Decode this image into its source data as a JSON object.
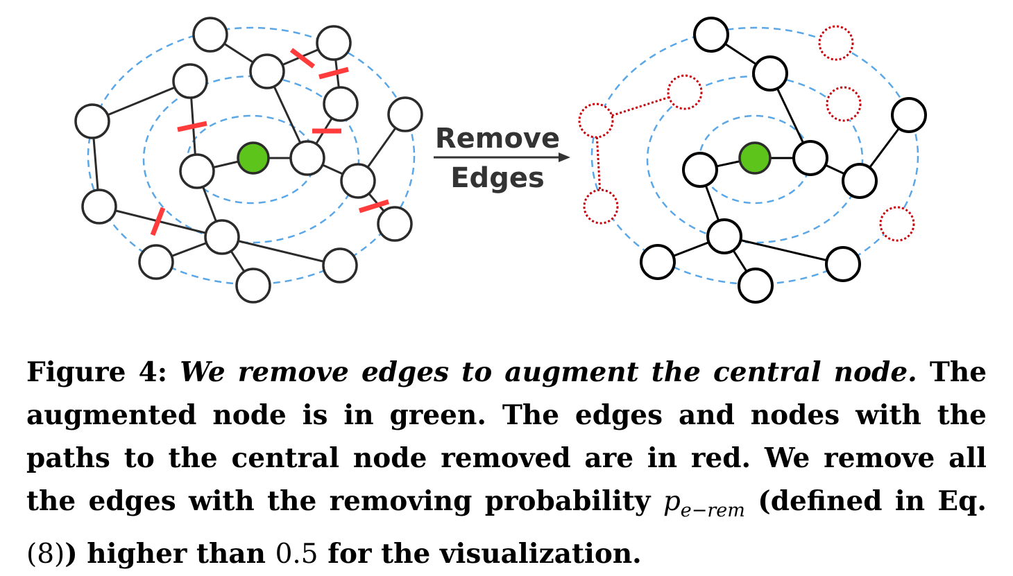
{
  "figure": {
    "arrow_label_line1": "Remove",
    "arrow_label_line2": "Edges",
    "colors": {
      "ring": "#5aa7e8",
      "edge": "#2b2b2b",
      "removed_mark": "#ff3b3b",
      "removed_path": "#c8000a",
      "central_node": "#5cc41a"
    }
  },
  "caption": {
    "figure_label": "Figure 4:",
    "title_italic": "We remove edges to augment the central node.",
    "text_1": " The augmented node is in green. The edges and nodes with the paths to the central node removed are in red. We remove all the edges with the removing probability ",
    "math_symbol": "p",
    "math_subscript": "e−rem",
    "text_2": " (defined in Eq. ",
    "eq_ref": "(8)",
    "text_3": ") higher than ",
    "threshold": "0.5",
    "text_4": " for the visualization."
  }
}
